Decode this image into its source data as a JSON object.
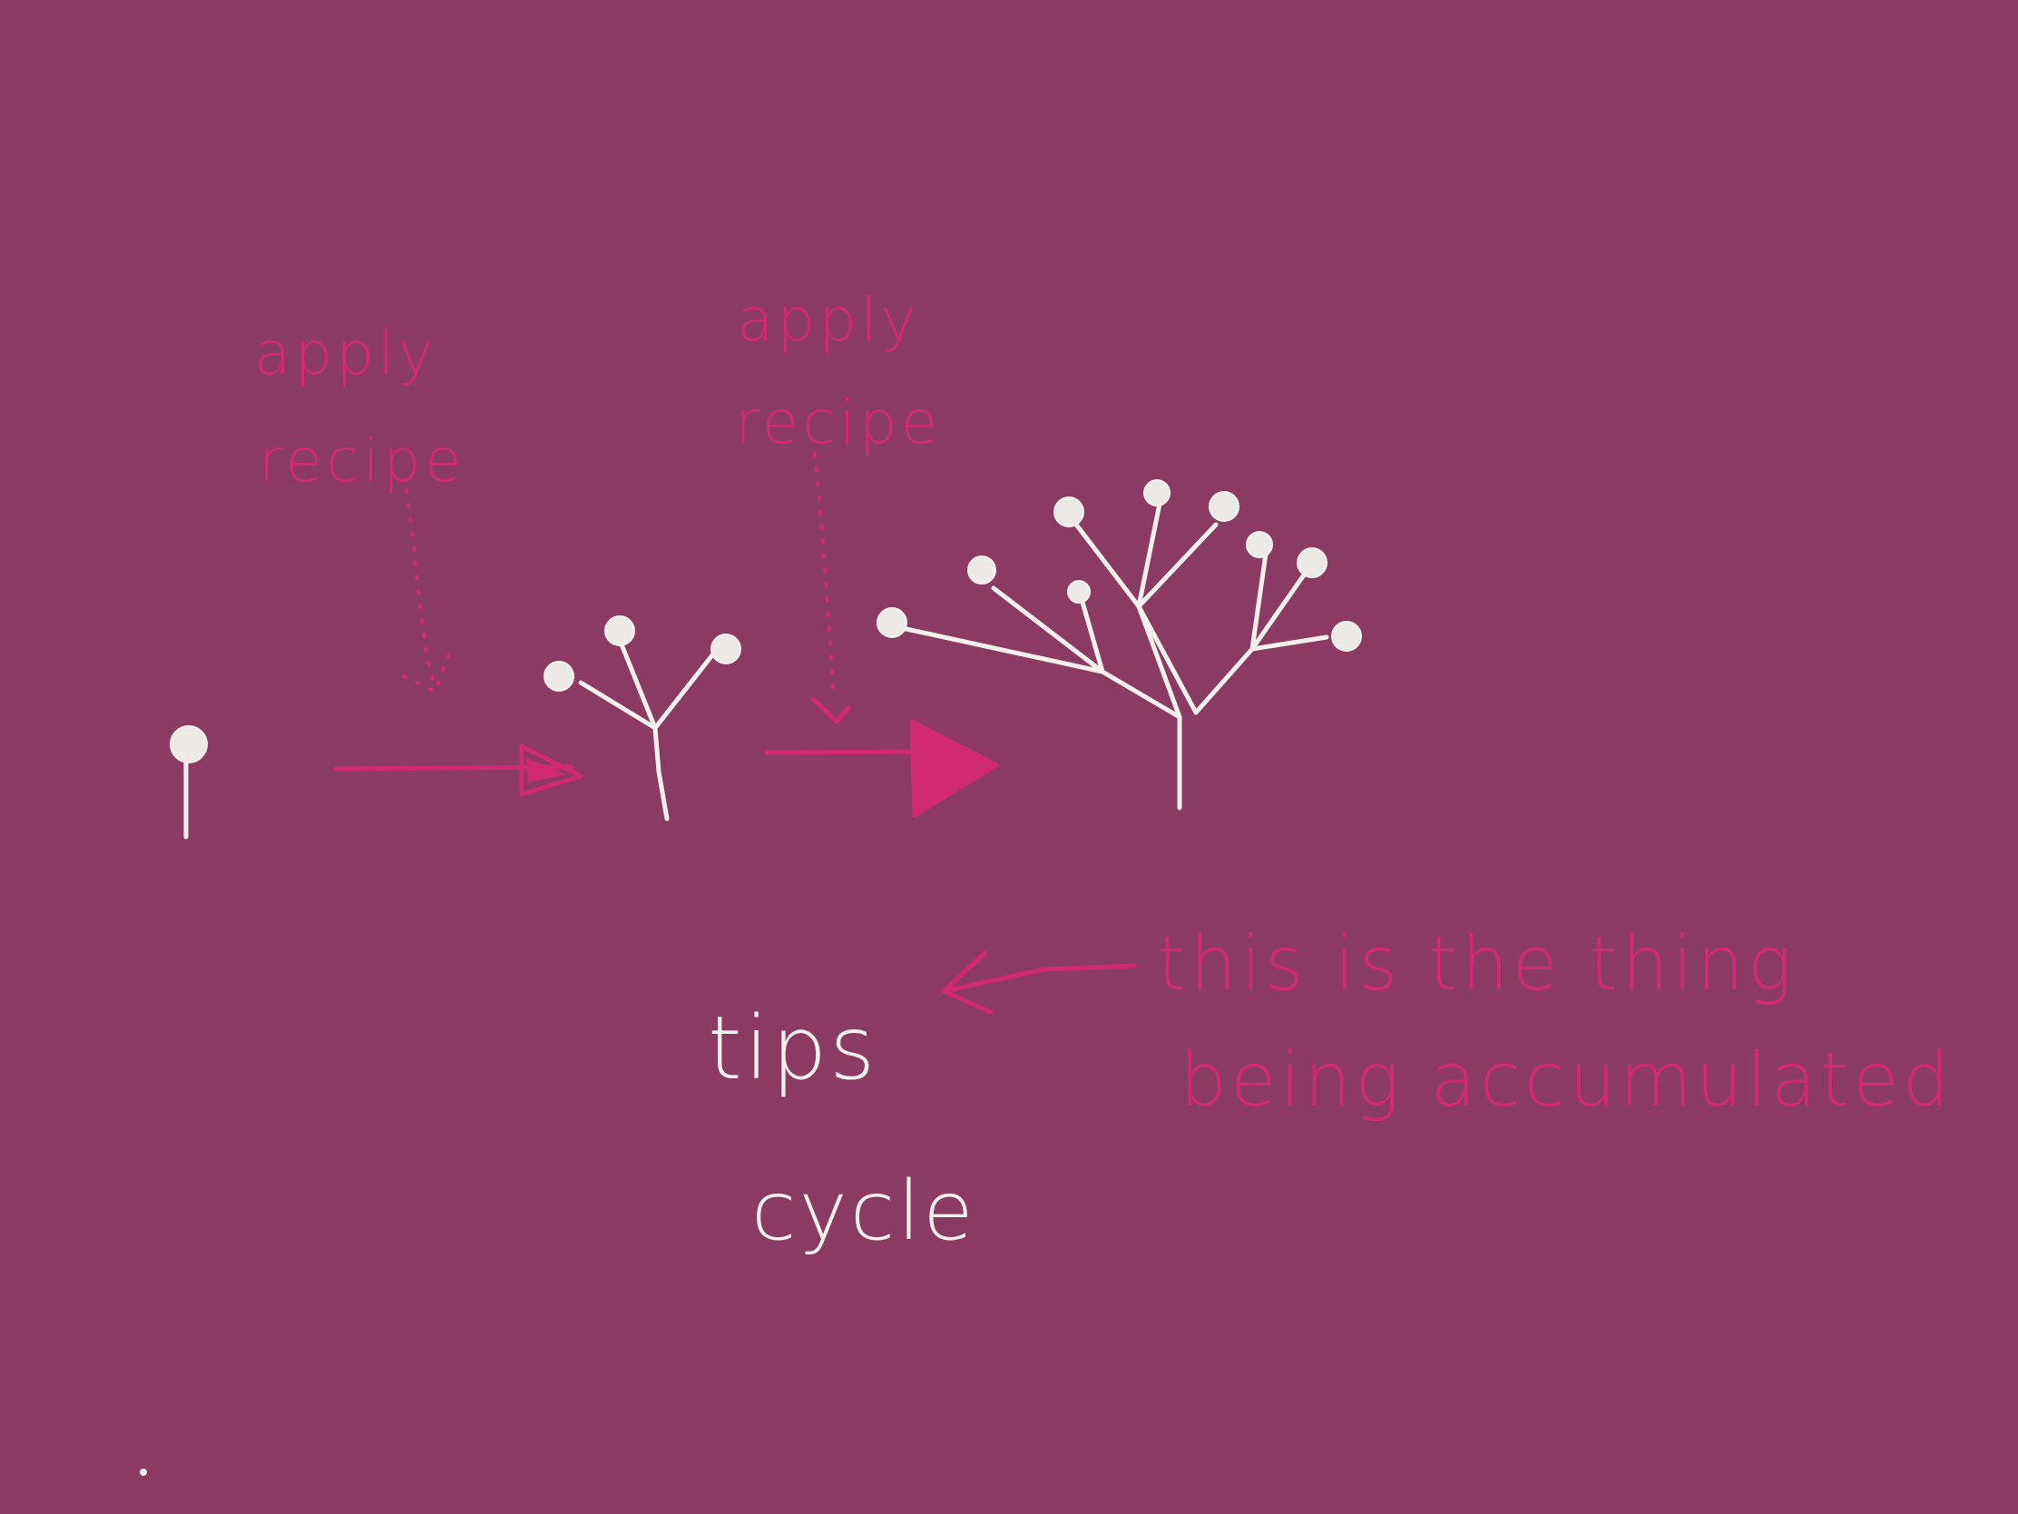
{
  "colors": {
    "background": "#8b3a62",
    "annotation_pink": "#d12a72",
    "ink_white": "#f4f0ec"
  },
  "labels": {
    "apply_recipe_1_line1": "apply",
    "apply_recipe_1_line2": "recipe",
    "apply_recipe_2_line1": "apply",
    "apply_recipe_2_line2": "recipe",
    "tips": "tips",
    "cycle": "cycle",
    "note_line1": "this is the thing",
    "note_line2": "being accumulated"
  }
}
